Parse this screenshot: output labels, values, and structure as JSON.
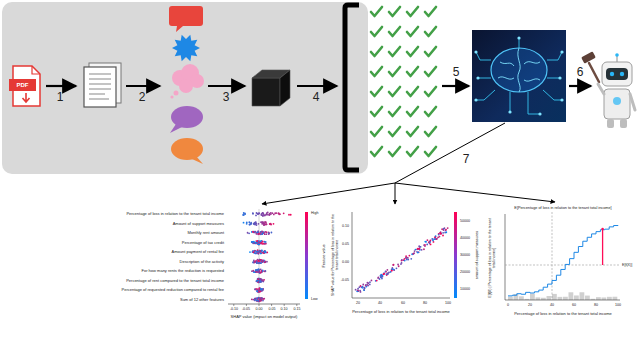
{
  "diagram": {
    "labels": [
      "PDF",
      "1",
      "2",
      "3",
      "4",
      "5",
      "6",
      "7",
      "Percentage of loss in relation to the tenant total income",
      "Amount of support measures",
      "Monthly rent amount",
      "Percentage of tax credit",
      "Amount payment of rental fee",
      "Description of the activity",
      "For how many rents the reduction is requested",
      "Percentage of rent compared to the tenant total income",
      "Percentage of requested reduction compared to rental fee",
      "Sum of 12 other features",
      "-0.10",
      "-0.05",
      "0.00",
      "0.05",
      "0.10",
      "0.15",
      "SHAP value (impact on model output)",
      "High",
      "Low",
      "Feature value",
      "SHAP value for Percentage of loss in relation to the tenant total income",
      "0.10",
      "0.05",
      "0.00",
      "-0.05",
      "20",
      "40",
      "60",
      "80",
      "100",
      "Percentage of loss in relation to the tenant total income",
      "10000",
      "20000",
      "30000",
      "40000",
      "50000",
      "amount of support measures",
      "E[Percentage of loss in relation to the tenant total income]",
      "E[f(X) | Percentage of loss in relation to the tenant total income]",
      "E[f(X)]",
      "0",
      "20",
      "40",
      "60",
      "80",
      "100",
      "Percentage of loss in relation to the tenant total income"
    ]
  }
}
